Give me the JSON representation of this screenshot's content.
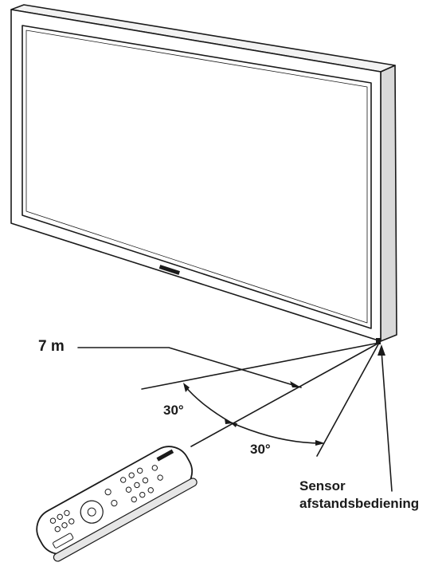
{
  "labels": {
    "distance": "7 m",
    "angle_left": "30°",
    "angle_right": "30°",
    "sensor_line1": "Sensor",
    "sensor_line2": "afstandsbediening"
  },
  "colors": {
    "line": "#1a1a1a",
    "background": "#ffffff",
    "panel_shade": "#d9d9d9"
  }
}
